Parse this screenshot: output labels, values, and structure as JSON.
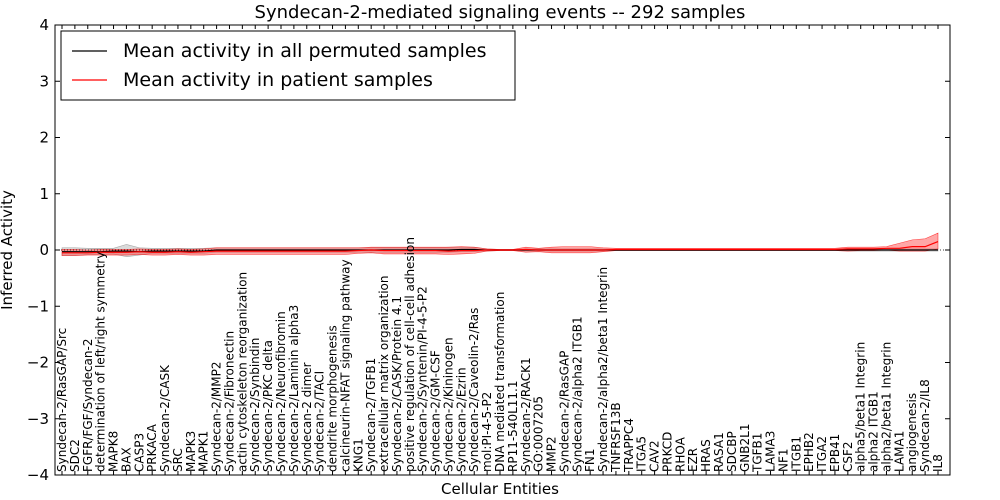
{
  "chart_data": {
    "type": "line",
    "title": "Syndecan-2-mediated signaling events -- 292 samples",
    "xlabel": "Cellular Entities",
    "ylabel": "Inferred Activity",
    "ylim": [
      -4,
      4
    ],
    "yticks": [
      "−4",
      "−3",
      "−2",
      "−1",
      "0",
      "1",
      "2",
      "3",
      "4"
    ],
    "legend_position": "top-left",
    "grid": false,
    "categories": [
      "Syndecan-2/RasGAP/Src",
      "SDC2",
      "FGFR/FGF/Syndecan-2",
      "determination of left/right symmetry",
      "MAPK8",
      "BAX",
      "CASP3",
      "PRKACA",
      "Syndecan-2/CASK",
      "SRC",
      "MAPK3",
      "MAPK1",
      "Syndecan-2/MMP2",
      "Syndecan-2/Fibronectin",
      "actin cytoskeleton reorganization",
      "Syndecan-2/Synbindin",
      "Syndecan-2/PKC delta",
      "Syndecan-2/Neurofibromin",
      "Syndecan-2/Laminin alpha3",
      "Syndecan-2 dimer",
      "Syndecan-2/TACI",
      "dendrite morphogenesis",
      "calcineurin-NFAT signaling pathway",
      "KNG1",
      "Syndecan-2/TGFB1",
      "extracellular matrix organization",
      "Syndecan-2/CASK/Protein 4.1",
      "positive regulation of cell-cell adhesion",
      "Syndecan-2/Syntenin/PI-4-5-P2",
      "Syndecan-2/GM-CSF",
      "Syndecan-2/Kininogen",
      "Syndecan-2/Ezrin",
      "Syndecan-2/Caveolin-2/Ras",
      "mol:PI-4-5-P2",
      "DNA mediated transformation",
      "RP11-540L11.1",
      "Syndecan-2/RACK1",
      "GO:0007205",
      "MMP2",
      "Syndecan-2/RasGAP",
      "Syndecan-2/alpha2 ITGB1",
      "FN1",
      "Syndecan-2/alpha2/beta1 Integrin",
      "TNFRSF13B",
      "TRAPPC4",
      "ITGA5",
      "CAV2",
      "PRKCD",
      "RHOA",
      "EZR",
      "HRAS",
      "RASA1",
      "SDCBP",
      "GNB2L1",
      "TGFB1",
      "LAMA3",
      "NF1",
      "ITGB1",
      "EPHB2",
      "ITGA2",
      "EPB41",
      "CSF2",
      "alpha5/beta1 Integrin",
      "alpha2 ITGB1",
      "alpha2/beta1 Integrin",
      "LAMA1",
      "angiogenesis",
      "Syndecan-2/IL8",
      "IL8"
    ],
    "series": [
      {
        "name": "Mean activity in all permuted samples",
        "color": "#000000",
        "values": [
          -0.03,
          -0.03,
          -0.03,
          -0.03,
          -0.02,
          -0.02,
          -0.03,
          -0.02,
          -0.02,
          -0.02,
          -0.02,
          -0.02,
          0.0,
          0.0,
          0.0,
          0.0,
          0.0,
          0.0,
          0.0,
          0.0,
          0.0,
          0.0,
          0.0,
          0.0,
          0.0,
          0.0,
          0.0,
          0.0,
          0.0,
          0.0,
          0.0,
          0.01,
          0.01,
          0.0,
          0.0,
          0.0,
          0.0,
          0.0,
          0.0,
          0.0,
          0.0,
          0.0,
          0.0,
          0.0,
          0.0,
          0.0,
          0.0,
          0.0,
          0.0,
          0.0,
          0.0,
          0.0,
          0.0,
          0.0,
          0.0,
          0.0,
          0.0,
          0.0,
          0.0,
          0.0,
          0.0,
          0.0,
          0.0,
          0.0,
          0.0,
          0.0,
          0.0,
          0.0,
          0.0
        ],
        "band_low": [
          -0.1,
          -0.1,
          -0.08,
          -0.08,
          -0.07,
          -0.12,
          -0.09,
          -0.06,
          -0.06,
          -0.06,
          -0.06,
          -0.06,
          -0.04,
          -0.04,
          -0.04,
          -0.04,
          -0.04,
          -0.04,
          -0.04,
          -0.04,
          -0.04,
          -0.04,
          -0.04,
          -0.04,
          -0.04,
          -0.04,
          -0.04,
          -0.04,
          -0.04,
          -0.04,
          -0.04,
          -0.03,
          -0.03,
          -0.02,
          -0.01,
          -0.01,
          -0.02,
          -0.02,
          -0.02,
          -0.02,
          -0.02,
          -0.02,
          -0.02,
          -0.01,
          -0.01,
          -0.01,
          -0.01,
          -0.01,
          -0.01,
          -0.01,
          -0.01,
          -0.01,
          -0.01,
          -0.01,
          -0.01,
          -0.01,
          -0.01,
          -0.01,
          -0.01,
          -0.01,
          -0.01,
          -0.02,
          -0.02,
          -0.02,
          -0.02,
          -0.02,
          -0.02,
          -0.02,
          -0.02
        ],
        "band_high": [
          0.04,
          0.04,
          0.03,
          0.03,
          0.03,
          0.1,
          0.04,
          0.03,
          0.03,
          0.03,
          0.03,
          0.03,
          0.04,
          0.04,
          0.04,
          0.04,
          0.04,
          0.04,
          0.04,
          0.04,
          0.04,
          0.04,
          0.04,
          0.04,
          0.04,
          0.04,
          0.04,
          0.04,
          0.04,
          0.04,
          0.05,
          0.05,
          0.05,
          0.02,
          0.01,
          0.01,
          0.02,
          0.02,
          0.02,
          0.02,
          0.02,
          0.02,
          0.02,
          0.01,
          0.01,
          0.01,
          0.01,
          0.01,
          0.01,
          0.01,
          0.01,
          0.01,
          0.01,
          0.01,
          0.01,
          0.01,
          0.01,
          0.01,
          0.01,
          0.01,
          0.01,
          0.02,
          0.02,
          0.02,
          0.02,
          0.02,
          0.02,
          0.02,
          0.02
        ]
      },
      {
        "name": "Mean activity in patient samples",
        "color": "#ff0000",
        "values": [
          -0.05,
          -0.05,
          -0.05,
          -0.04,
          -0.04,
          -0.04,
          -0.03,
          -0.04,
          -0.04,
          -0.03,
          -0.04,
          -0.03,
          -0.02,
          -0.02,
          -0.02,
          -0.02,
          -0.02,
          -0.02,
          -0.02,
          -0.02,
          -0.02,
          -0.02,
          -0.02,
          -0.01,
          0.0,
          -0.01,
          -0.01,
          -0.01,
          -0.01,
          -0.01,
          -0.02,
          -0.01,
          -0.01,
          0.0,
          0.0,
          0.0,
          0.01,
          0.0,
          0.0,
          0.0,
          0.0,
          0.0,
          0.0,
          0.01,
          0.01,
          0.01,
          0.01,
          0.01,
          0.01,
          0.01,
          0.01,
          0.01,
          0.01,
          0.01,
          0.01,
          0.01,
          0.01,
          0.01,
          0.01,
          0.01,
          0.01,
          0.02,
          0.02,
          0.02,
          0.03,
          0.03,
          0.06,
          0.06,
          0.15
        ],
        "band_low": [
          -0.1,
          -0.1,
          -0.09,
          -0.09,
          -0.09,
          -0.09,
          -0.08,
          -0.09,
          -0.09,
          -0.08,
          -0.09,
          -0.09,
          -0.08,
          -0.08,
          -0.08,
          -0.08,
          -0.08,
          -0.08,
          -0.08,
          -0.08,
          -0.08,
          -0.08,
          -0.08,
          -0.06,
          -0.05,
          -0.07,
          -0.07,
          -0.07,
          -0.07,
          -0.07,
          -0.08,
          -0.07,
          -0.06,
          -0.02,
          -0.01,
          -0.01,
          -0.04,
          -0.03,
          -0.05,
          -0.05,
          -0.05,
          -0.05,
          -0.03,
          -0.01,
          -0.01,
          -0.01,
          -0.01,
          -0.01,
          -0.01,
          -0.01,
          -0.01,
          -0.01,
          -0.01,
          -0.01,
          -0.01,
          -0.01,
          -0.01,
          -0.01,
          -0.01,
          -0.01,
          -0.01,
          -0.02,
          -0.01,
          -0.01,
          0.0,
          -0.02,
          -0.02,
          -0.02,
          0.02
        ],
        "band_high": [
          0.01,
          0.01,
          0.0,
          0.01,
          0.01,
          0.01,
          0.02,
          0.01,
          0.01,
          0.02,
          0.01,
          0.02,
          0.04,
          0.04,
          0.04,
          0.04,
          0.04,
          0.04,
          0.04,
          0.04,
          0.04,
          0.04,
          0.04,
          0.04,
          0.05,
          0.05,
          0.05,
          0.05,
          0.05,
          0.05,
          0.05,
          0.06,
          0.05,
          0.02,
          0.01,
          0.01,
          0.05,
          0.03,
          0.05,
          0.06,
          0.06,
          0.06,
          0.04,
          0.03,
          0.03,
          0.03,
          0.03,
          0.03,
          0.03,
          0.03,
          0.03,
          0.03,
          0.03,
          0.03,
          0.03,
          0.03,
          0.03,
          0.03,
          0.03,
          0.03,
          0.03,
          0.05,
          0.05,
          0.05,
          0.06,
          0.12,
          0.18,
          0.2,
          0.3
        ]
      }
    ]
  }
}
